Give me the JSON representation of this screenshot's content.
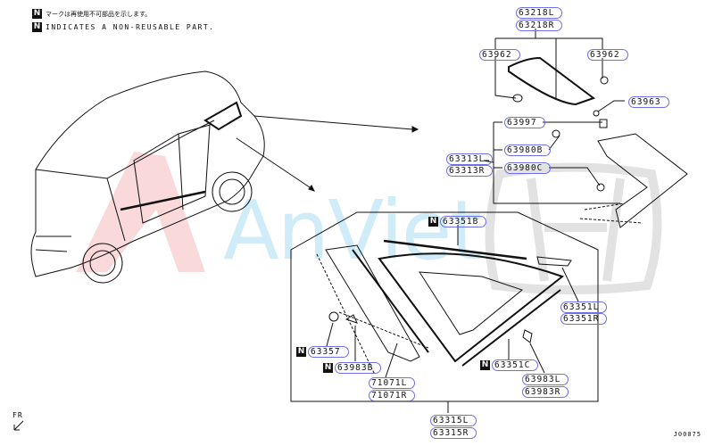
{
  "legend": {
    "badge": "N",
    "japanese": "マークは再使用不可部品を示します。",
    "english": "INDICATES A NON-REUSABLE PART."
  },
  "watermark": "AnViet",
  "labels": {
    "p63218L": "63218L",
    "p63218R": "63218R",
    "p63962a": "63962",
    "p63962b": "63962",
    "p63963": "63963",
    "p63997": "63997",
    "p63980B": "63980B",
    "p63980C": "63980C",
    "p63313L": "63313L",
    "p63313R": "63313R",
    "p63351B": "63351B",
    "p63351L": "63351L",
    "p63351R": "63351R",
    "p63357": "63357",
    "p63983B": "63983B",
    "p71071L": "71071L",
    "p71071R": "71071R",
    "p63351C": "63351C",
    "p63983L": "63983L",
    "p63983R": "63983R",
    "p63315L": "63315L",
    "p63315R": "63315R"
  },
  "front_marker": "FR",
  "diagram_code": "J00075",
  "colors": {
    "label_outline": "#6f6fe6",
    "watermark_red": "#f3b6b6",
    "watermark_blue": "#8fd0ee"
  }
}
